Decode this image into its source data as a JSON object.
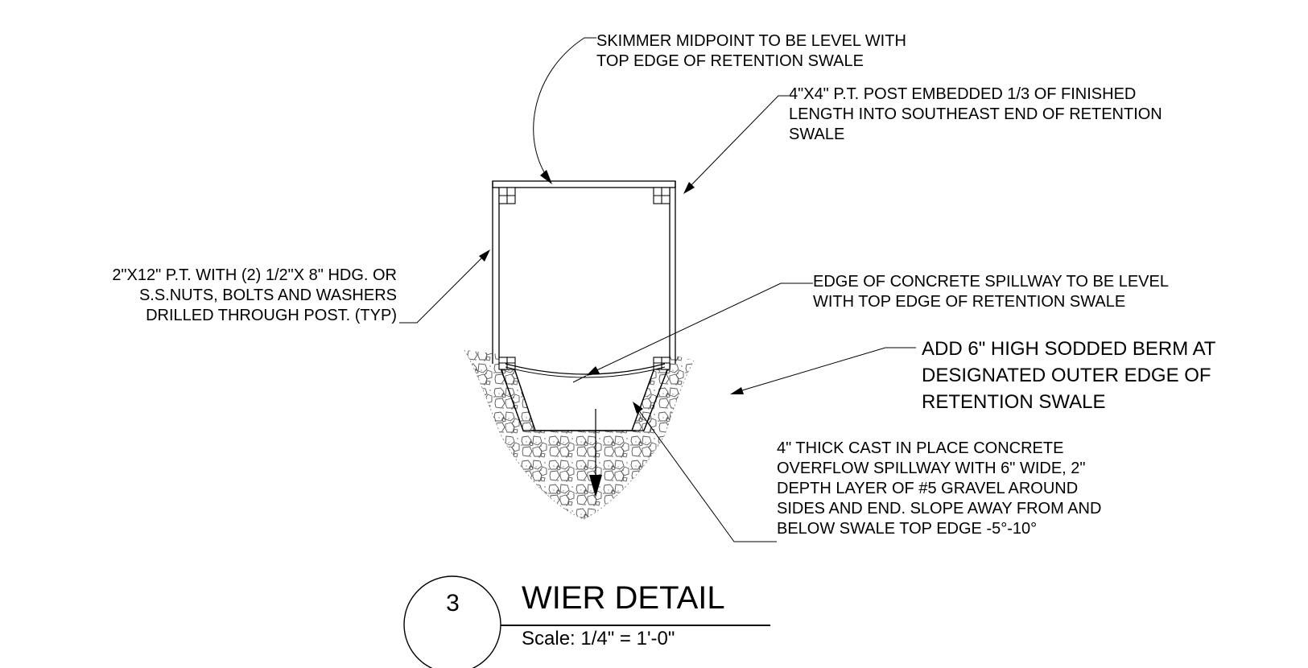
{
  "notes": {
    "skimmer": {
      "lines": [
        "SKIMMER MIDPOINT TO BE LEVEL WITH",
        "TOP EDGE OF RETENTION SWALE"
      ]
    },
    "post": {
      "lines": [
        "4\"X4\" P.T. POST EMBEDDED 1/3 OF FINISHED",
        "LENGTH INTO SOUTHEAST END OF RETENTION",
        "SWALE"
      ]
    },
    "plank": {
      "lines": [
        "2\"X12\" P.T. WITH (2) 1/2\"X 8\"  HDG. OR",
        "S.S.NUTS, BOLTS AND WASHERS",
        "DRILLED THROUGH POST. (TYP)"
      ]
    },
    "spillway_edge": {
      "lines": [
        "EDGE OF CONCRETE SPILLWAY TO BE LEVEL",
        "WITH TOP EDGE OF RETENTION SWALE"
      ]
    },
    "berm": {
      "lines": [
        "ADD 6\" HIGH SODDED BERM AT",
        "DESIGNATED OUTER EDGE OF",
        "RETENTION SWALE"
      ]
    },
    "concrete": {
      "lines": [
        "4\" THICK CAST IN PLACE CONCRETE",
        "OVERFLOW SPILLWAY WITH 6\" WIDE, 2\"",
        "DEPTH LAYER OF #5 GRAVEL AROUND",
        "SIDES AND END. SLOPE AWAY FROM AND",
        "BELOW SWALE TOP EDGE -5°-10°"
      ]
    }
  },
  "title_block": {
    "number": "3",
    "title": "WIER DETAIL",
    "scale": "Scale: 1/4\" = 1'-0\""
  },
  "colors": {
    "line": "#000000",
    "gravel": "#555555",
    "background": "#ffffff"
  }
}
